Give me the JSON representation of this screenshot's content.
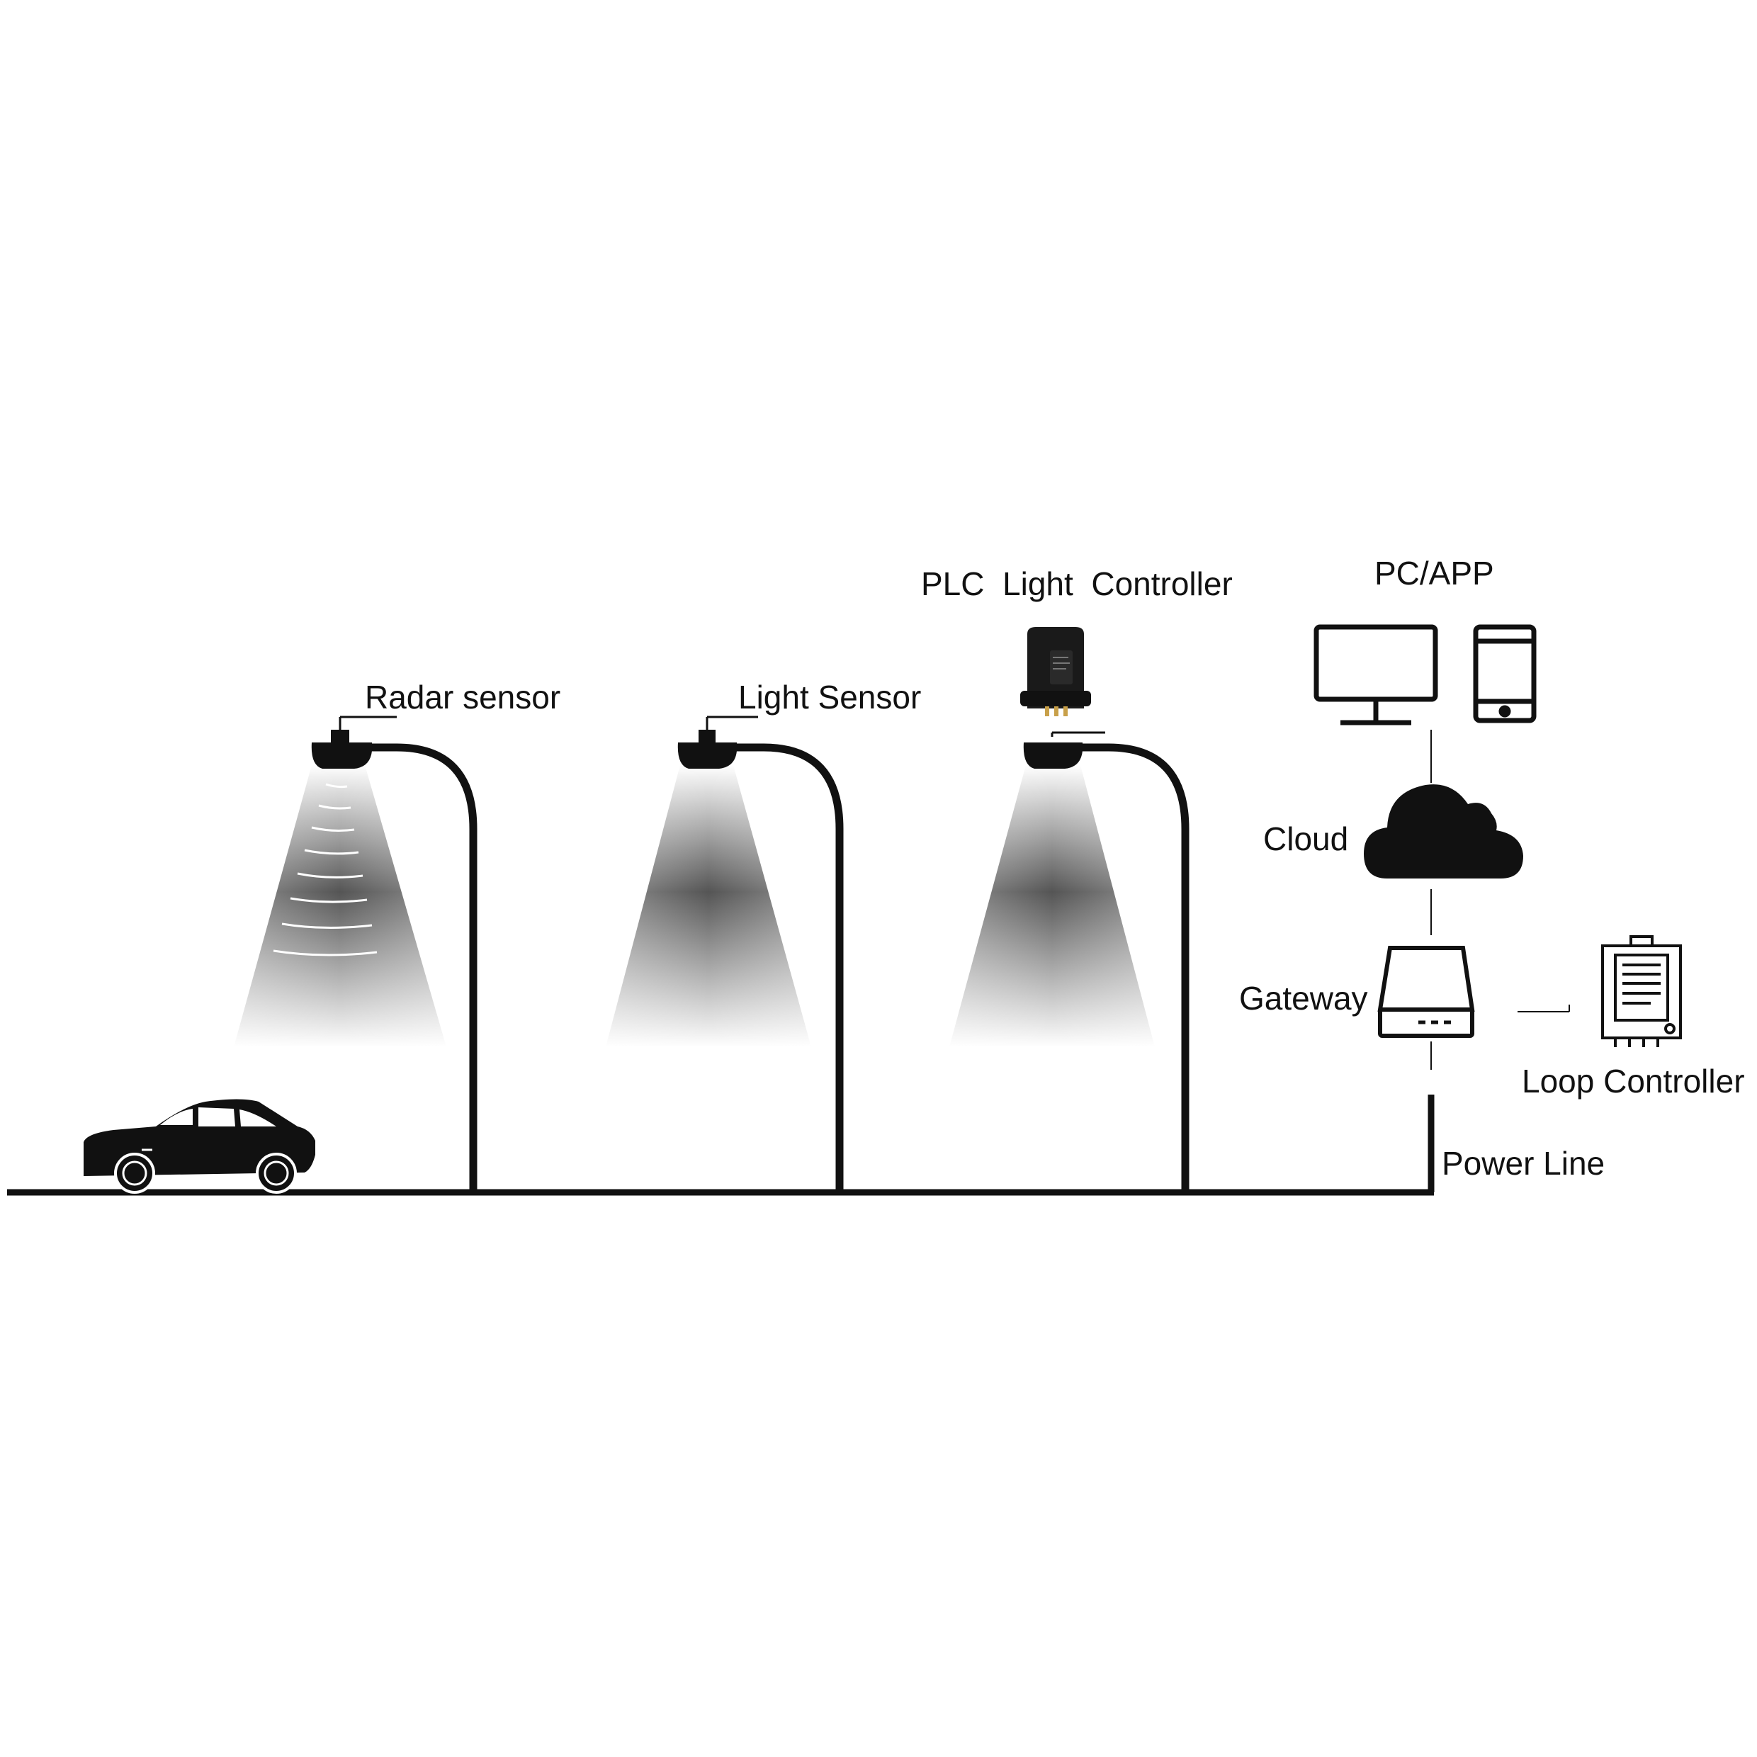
{
  "labels": {
    "radar_sensor": "Radar sensor",
    "light_sensor": "Light Sensor",
    "plc_light_controller": "PLC  Light  Controller",
    "pc_app": "PC/APP",
    "cloud": "Cloud",
    "gateway": "Gateway",
    "loop_controller": "Loop Controller",
    "power_line": "Power Line"
  },
  "icons": [
    "car-icon",
    "street-lamp-icon",
    "radar-sensor-icon",
    "light-sensor-icon",
    "plc-controller-icon",
    "monitor-icon",
    "smartphone-icon",
    "cloud-icon",
    "gateway-icon",
    "loop-controller-icon"
  ],
  "colors": {
    "line": "#111111",
    "background": "#ffffff",
    "light_beam": "#4a4a4a"
  }
}
